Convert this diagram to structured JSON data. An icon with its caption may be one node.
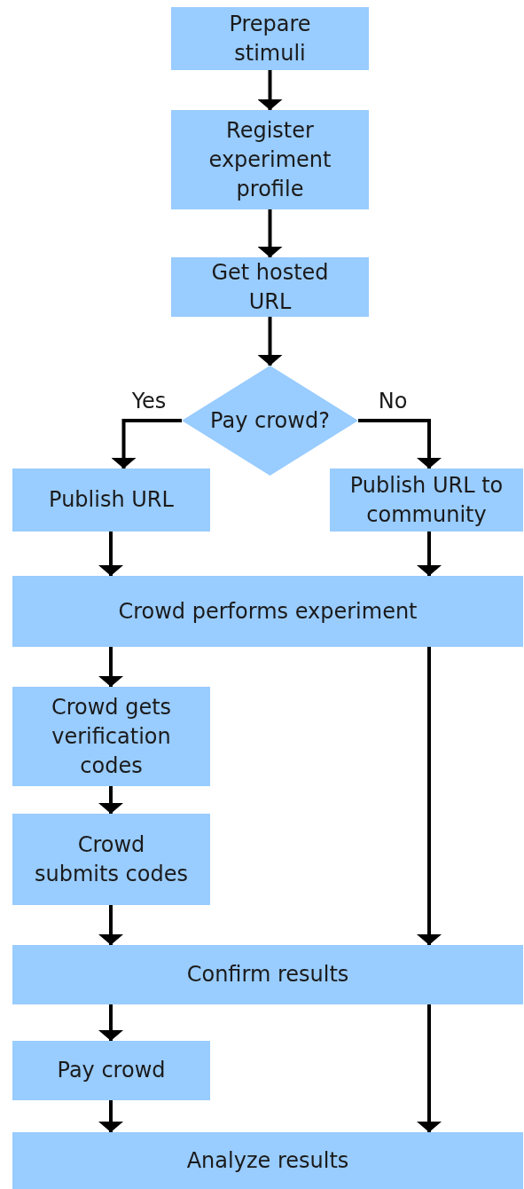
{
  "diagram": {
    "nodes": [
      {
        "text": [
          "Prepare stimuli"
        ]
      },
      {
        "text": [
          "Register experiment profile"
        ]
      },
      {
        "text": [
          "Get hosted URL"
        ]
      },
      {
        "text": [
          "Pay crowd?"
        ]
      },
      {
        "text": [
          "Publish URL"
        ]
      },
      {
        "text": [
          "Publish URL to community"
        ]
      },
      {
        "text": [
          "Crowd performs experiment"
        ]
      },
      {
        "text": [
          "Crowd gets verification codes"
        ]
      },
      {
        "text": [
          "Crowd submits codes"
        ]
      },
      {
        "text": [
          "Confirm results"
        ]
      },
      {
        "text": [
          "Pay crowd"
        ]
      },
      {
        "text": [
          "Analyze results"
        ]
      }
    ],
    "edges": [
      {
        "from": 0,
        "to": 1,
        "arrow": "to"
      },
      {
        "from": 1,
        "to": 2,
        "arrow": "to"
      },
      {
        "from": 2,
        "to": 3,
        "arrow": "to"
      },
      {
        "from": 3,
        "to": 4,
        "arrow": "to",
        "label": "Yes"
      },
      {
        "from": 3,
        "to": 5,
        "arrow": "to",
        "label": "No"
      },
      {
        "from": 4,
        "to": 6,
        "arrow": "to"
      },
      {
        "from": 5,
        "to": 6,
        "arrow": "to"
      },
      {
        "from": 6,
        "to": 7,
        "arrow": "to"
      },
      {
        "from": 6,
        "to": 9,
        "arrow": "to"
      },
      {
        "from": 7,
        "to": 8,
        "arrow": "to"
      },
      {
        "from": 8,
        "to": 9,
        "arrow": "to"
      },
      {
        "from": 9,
        "to": 10,
        "arrow": "to"
      },
      {
        "from": 9,
        "to": 11,
        "arrow": "to"
      },
      {
        "from": 10,
        "to": 11,
        "arrow": "to"
      }
    ]
  }
}
